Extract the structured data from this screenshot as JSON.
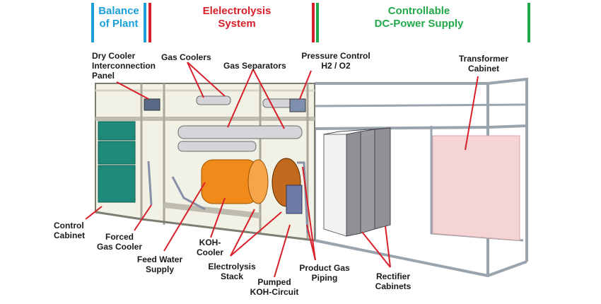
{
  "headers": {
    "balance_of_plant": {
      "line1": "Balance",
      "line2": "of Plant",
      "color": "#1aa0d8"
    },
    "electrolysis_system": {
      "line1": "Elelectrolysis",
      "line2": "System",
      "color": "#d8202a"
    },
    "dc_power_supply": {
      "line1": "Controllable",
      "line2": "DC-Power Supply",
      "color": "#22a84a"
    }
  },
  "labels": {
    "dry_cooler": {
      "line1": "Dry Cooler",
      "line2": "Interconnection",
      "line3": "Panel"
    },
    "gas_coolers": "Gas Coolers",
    "gas_separators": "Gas Separators",
    "pressure_control": {
      "line1": "Pressure Control",
      "line2": "H2 / O2"
    },
    "transformer_cabinet": {
      "line1": "Transformer",
      "line2": "Cabinet"
    },
    "control_cabinet": {
      "line1": "Control",
      "line2": "Cabinet"
    },
    "forced_gas_cooler": {
      "line1": "Forced",
      "line2": "Gas Cooler"
    },
    "feed_water_supply": {
      "line1": "Feed Water",
      "line2": "Supply"
    },
    "koh_cooler": {
      "line1": "KOH-",
      "line2": "Cooler"
    },
    "electrolysis_stack": {
      "line1": "Electrolysis",
      "line2": "Stack"
    },
    "pumped_koh_circuit": {
      "line1": "Pumped",
      "line2": "KOH-Circuit"
    },
    "product_gas_piping": {
      "line1": "Product Gas",
      "line2": "Piping"
    },
    "rectifier_cabinets": {
      "line1": "Rectifier",
      "line2": "Cabinets"
    }
  },
  "colors": {
    "leader_line": "#d8202a",
    "frame": "#e9e7d8",
    "frame_edge": "#7d7d72",
    "control_panel": "#1f8a7a",
    "stack": "#f08a1a",
    "rectifier": "#8f8f95",
    "transformer": "#f2c8c8",
    "steel_frame": "#b9c2cc"
  }
}
